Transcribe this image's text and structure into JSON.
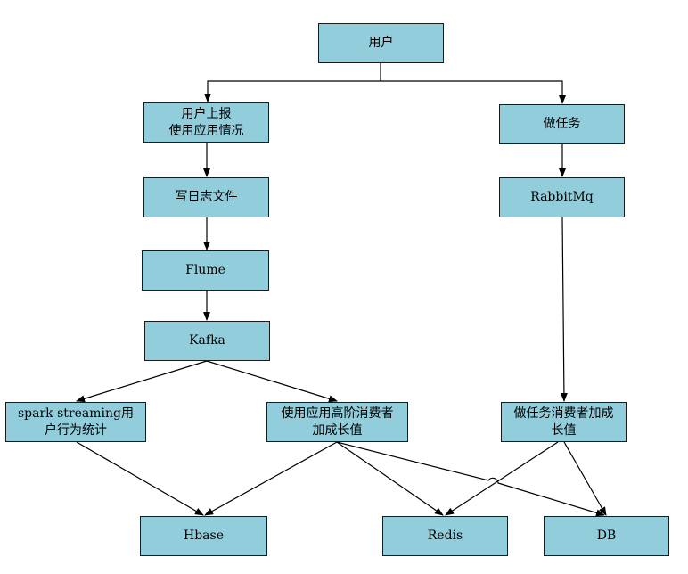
{
  "nodes": {
    "user": "用户",
    "report": "用户上报\n使用应用情况",
    "task": "做任务",
    "log_file": "写日志文件",
    "rabbitmq": "RabbitMq",
    "flume": "Flume",
    "kafka": "Kafka",
    "spark": "spark streaming用\n户行为统计",
    "consumer": "使用应用高阶消费者\n加成长值",
    "task_consumer": "做任务消费者加成\n长值",
    "hbase": "Hbase",
    "redis": "Redis",
    "db": "DB"
  },
  "edges": [
    {
      "from": "user",
      "to": "report"
    },
    {
      "from": "user",
      "to": "task"
    },
    {
      "from": "report",
      "to": "log_file"
    },
    {
      "from": "log_file",
      "to": "flume"
    },
    {
      "from": "flume",
      "to": "kafka"
    },
    {
      "from": "kafka",
      "to": "spark"
    },
    {
      "from": "kafka",
      "to": "consumer"
    },
    {
      "from": "task",
      "to": "rabbitmq"
    },
    {
      "from": "rabbitmq",
      "to": "task_consumer"
    },
    {
      "from": "spark",
      "to": "hbase"
    },
    {
      "from": "consumer",
      "to": "hbase"
    },
    {
      "from": "consumer",
      "to": "redis"
    },
    {
      "from": "consumer",
      "to": "db"
    },
    {
      "from": "task_consumer",
      "to": "redis"
    },
    {
      "from": "task_consumer",
      "to": "db"
    }
  ],
  "colors": {
    "node_fill": "#92cddc",
    "node_border": "#1a1a1a",
    "edge": "#000000"
  }
}
